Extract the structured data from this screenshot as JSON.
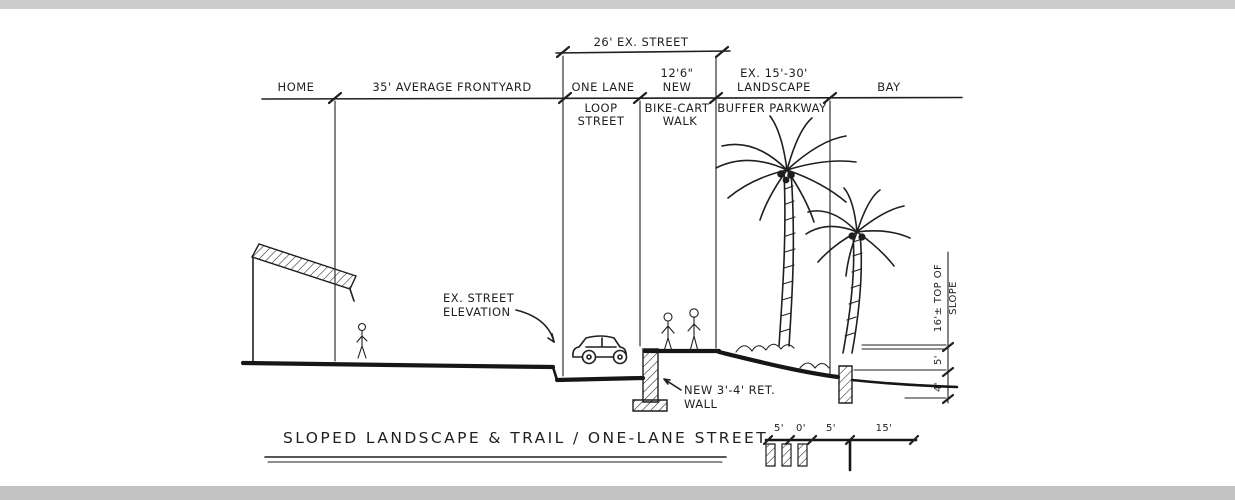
{
  "title": "SLOPED LANDSCAPE & TRAIL / ONE-LANE STREET",
  "colors": {
    "ink": "#1f1f1f",
    "paper": "#ffffff",
    "band_top": "#cdcdcd",
    "band_bottom": "#c2c2c2"
  },
  "dimension_chain": {
    "street_overall": "26' EX. STREET",
    "home": "HOME",
    "frontyard": "35' AVERAGE FRONTYARD",
    "one_lane": "ONE LANE",
    "one_lane_sub1": "LOOP",
    "one_lane_sub2": "STREET",
    "walk_width": "12'6\"",
    "walk_new": "NEW",
    "walk_sub1": "BIKE-CART",
    "walk_sub2": "WALK",
    "landscape_width": "EX. 15'-30'",
    "landscape": "LANDSCAPE",
    "landscape_sub": "BUFFER PARKWAY",
    "bay": "BAY"
  },
  "annotations": {
    "street_elevation_1": "EX. STREET",
    "street_elevation_2": "ELEVATION",
    "ret_wall_1": "NEW 3'-4' RET.",
    "ret_wall_2": "WALL",
    "top_of_slope_1": "16'± TOP OF",
    "top_of_slope_2": "SLOPE",
    "dim_upper": "5'",
    "dim_lower": "4'"
  },
  "scale_detail": {
    "d1": "5'",
    "d2": "0'",
    "d3": "5'",
    "d4": "15'"
  }
}
